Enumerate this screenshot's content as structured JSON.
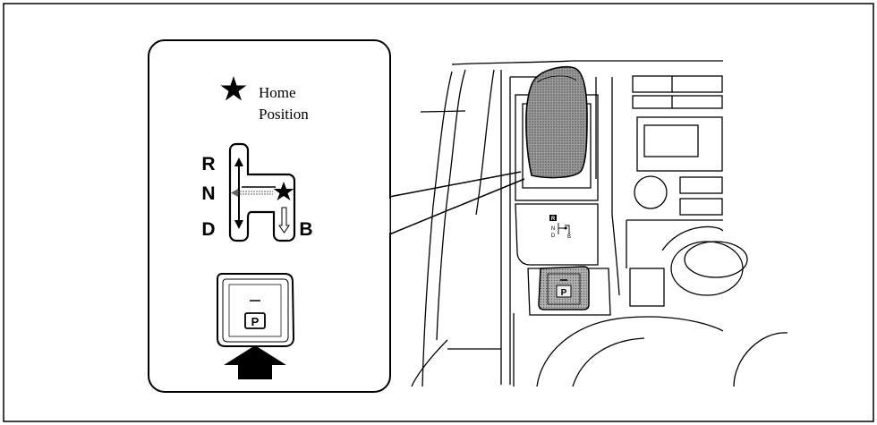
{
  "callout": {
    "legend_text_line1": "Home",
    "legend_text_line2": "Position",
    "gate_labels": {
      "r": "R",
      "n": "N",
      "d": "D",
      "b": "B"
    },
    "p_button_label": "P"
  },
  "dashboard": {
    "mini_gate_labels": {
      "r": "R",
      "n": "N",
      "d": "D",
      "b": "B"
    },
    "p_button_label": "P"
  },
  "icons": [
    "star-icon",
    "push-arrow-icon"
  ]
}
